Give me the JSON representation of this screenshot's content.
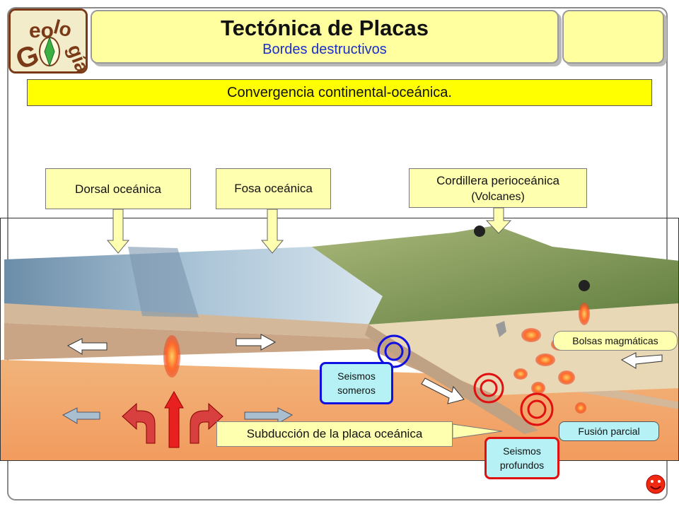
{
  "header": {
    "title": "Tectónica de Placas",
    "subtitle": "Bordes destructivos",
    "logo_text": "Geología"
  },
  "banner": "Convergencia continental-oceánica.",
  "callouts": {
    "dorsal": "Dorsal oceánica",
    "fosa": "Fosa oceánica",
    "cordillera_line1": "Cordillera perioceánica",
    "cordillera_line2": "(Volcanes)"
  },
  "labels": {
    "bolsas": "Bolsas magmáticas",
    "seismos_someros_1": "Seismos",
    "seismos_someros_2": "someros",
    "subduccion": "Subducción de la placa oceánica",
    "fusion": "Fusión parcial",
    "seismos_profundos_1": "Seismos",
    "seismos_profundos_2": "profundos"
  },
  "colors": {
    "title_bg": "#ffffa0",
    "banner_bg": "#ffff00",
    "subtitle": "#1a2ecc",
    "label_bg": "#b6f2f5",
    "shallow_ring": "#1010e0",
    "deep_ring": "#e01010"
  }
}
